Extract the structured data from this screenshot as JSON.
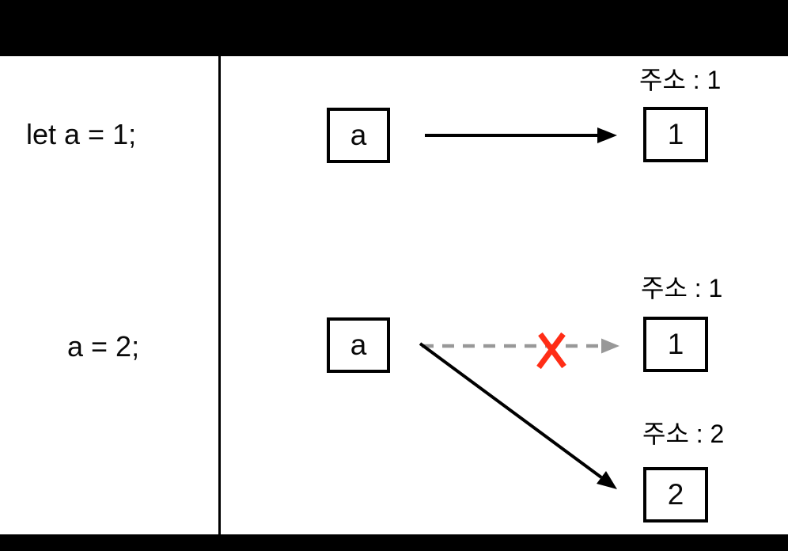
{
  "colors": {
    "background": "#ffffff",
    "letterbox": "#000000",
    "box_border": "#000000",
    "solid_arrow": "#000000",
    "dashed_arrow": "#989898",
    "x_mark": "#ff2d16"
  },
  "row1": {
    "code": "let a = 1;",
    "variable": "a",
    "address_label": "주소 : 1",
    "value": "1"
  },
  "row2": {
    "code": "a = 2;",
    "variable": "a",
    "old": {
      "address_label": "주소 : 1",
      "value": "1"
    },
    "new": {
      "address_label": "주소 : 2",
      "value": "2"
    }
  }
}
